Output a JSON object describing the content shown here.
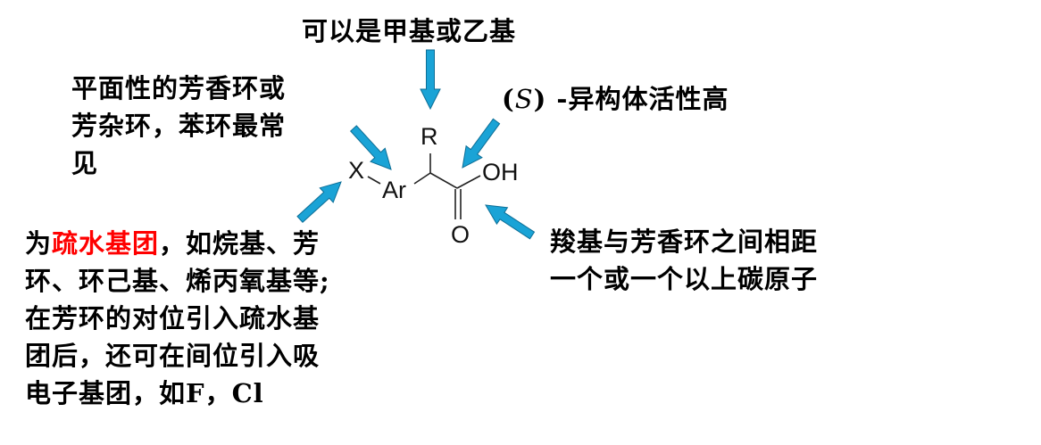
{
  "notes": {
    "top": "可以是甲基或乙基",
    "upper_left": [
      "平面性的芳香环或",
      "芳杂环，苯环最常",
      "见"
    ],
    "stereo_prefix": "(",
    "stereo_symbol": "S",
    "stereo_suffix": ") -异构体活性高",
    "lower_left_red": "疏水基团",
    "lower_left_line1_start": "为",
    "lower_left_line1_end": "，如烷基、芳",
    "lower_left_rest": [
      "环、环己基、烯丙氧基等;",
      "在芳环的对位引入疏水基",
      "团后，还可在间位引入吸",
      "电子基团，如F，Cl"
    ],
    "right": [
      "羧基与芳香环之间相距",
      "一个或一个以上碳原子"
    ]
  },
  "structure": {
    "x": "X",
    "ar": "Ar",
    "r": "R",
    "oh": "OH",
    "o": "O"
  },
  "colors": {
    "arrow": "#1aa3d6",
    "arrow_dark": "#0d6e96",
    "highlight": "#ff0000"
  }
}
